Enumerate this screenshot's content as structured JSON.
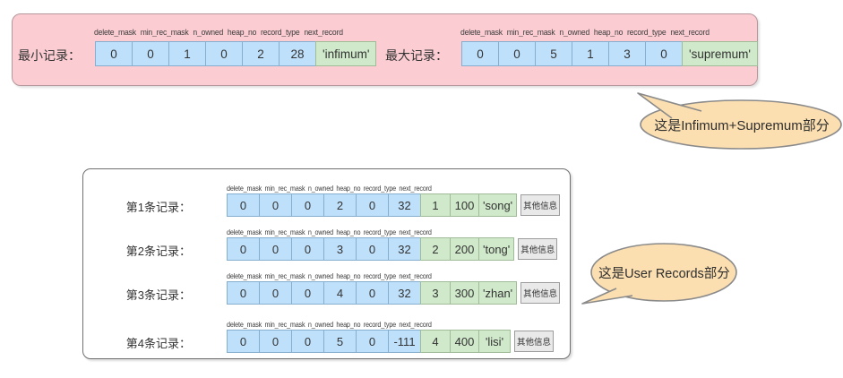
{
  "colors": {
    "panel_pink": "#fbcdd2",
    "panel_pink_border": "#b5969b",
    "cell_blue": "#bfe0fb",
    "cell_blue_border": "#86aecf",
    "cell_green": "#cfe9ca",
    "cell_green_border": "#9fbb97",
    "cell_gray": "#e9e9e9",
    "cell_gray_border": "#9c9c9c",
    "bubble_fill": "#fcdfb1",
    "bubble_border": "#8a8a8a",
    "user_box_border": "#707070"
  },
  "field_headers": [
    "delete_mask",
    "min_rec_mask",
    "n_owned",
    "heap_no",
    "record_type",
    "next_record"
  ],
  "infimum_supremum_section": {
    "min_record": {
      "label": "最小记录：",
      "values": [
        "0",
        "0",
        "1",
        "0",
        "2",
        "28"
      ],
      "extra": "'infimum'"
    },
    "max_record": {
      "label": "最大记录：",
      "values": [
        "0",
        "0",
        "5",
        "1",
        "3",
        "0"
      ],
      "extra": "'supremum'"
    }
  },
  "user_records_section": {
    "rows": [
      {
        "label": "第1条记录：",
        "values": [
          "0",
          "0",
          "0",
          "2",
          "0",
          "32"
        ],
        "key": "1",
        "col2": "100",
        "col3": "'song'",
        "other": "其他信息"
      },
      {
        "label": "第2条记录：",
        "values": [
          "0",
          "0",
          "0",
          "3",
          "0",
          "32"
        ],
        "key": "2",
        "col2": "200",
        "col3": "'tong'",
        "other": "其他信息"
      },
      {
        "label": "第3条记录：",
        "values": [
          "0",
          "0",
          "0",
          "4",
          "0",
          "32"
        ],
        "key": "3",
        "col2": "300",
        "col3": "'zhan'",
        "other": "其他信息"
      },
      {
        "label": "第4条记录：",
        "values": [
          "0",
          "0",
          "0",
          "5",
          "0",
          "-111"
        ],
        "key": "4",
        "col2": "400",
        "col3": "'lisi'",
        "other": "其他信息"
      }
    ]
  },
  "callouts": {
    "infimum_supremum": "这是Infimum+Supremum部分",
    "user_records": "这是User Records部分"
  }
}
